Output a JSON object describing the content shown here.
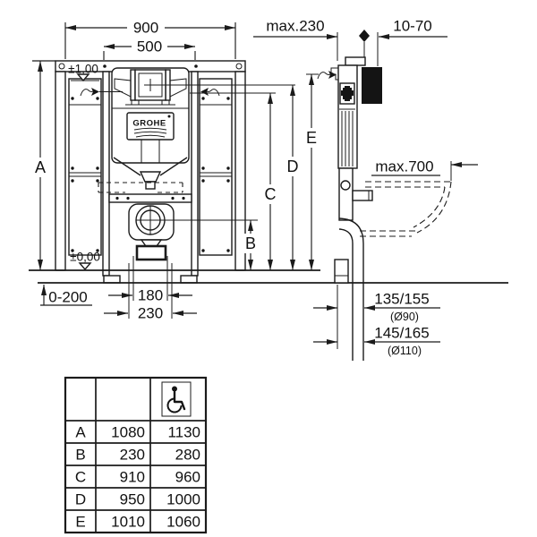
{
  "front": {
    "width_total": "900",
    "width_inner": "500",
    "height_label": "A",
    "level_mark_top": "±1,00",
    "level_mark_floor": "±0,00",
    "floor_adjust_range": "0-200",
    "outlet_spacing": "180",
    "outlet_spacing_outer": "230",
    "label_b": "B",
    "label_c": "C",
    "label_d": "D",
    "label_e": "E",
    "brand": "GROHE"
  },
  "side": {
    "depth_max": "max.230",
    "wall_clearance": "10-70",
    "bowl_depth_max": "max.700",
    "outlet_height_90": "135/155",
    "outlet_dia_90": "(Ø90)",
    "outlet_height_110": "145/165",
    "outlet_dia_110": "(Ø110)"
  },
  "table": {
    "header_icon": "wheelchair-accessible",
    "rows": [
      {
        "label": "A",
        "standard": "1080",
        "accessible": "1130"
      },
      {
        "label": "B",
        "standard": "230",
        "accessible": "280"
      },
      {
        "label": "C",
        "standard": "910",
        "accessible": "960"
      },
      {
        "label": "D",
        "standard": "950",
        "accessible": "1000"
      },
      {
        "label": "E",
        "standard": "1010",
        "accessible": "1060"
      }
    ]
  }
}
